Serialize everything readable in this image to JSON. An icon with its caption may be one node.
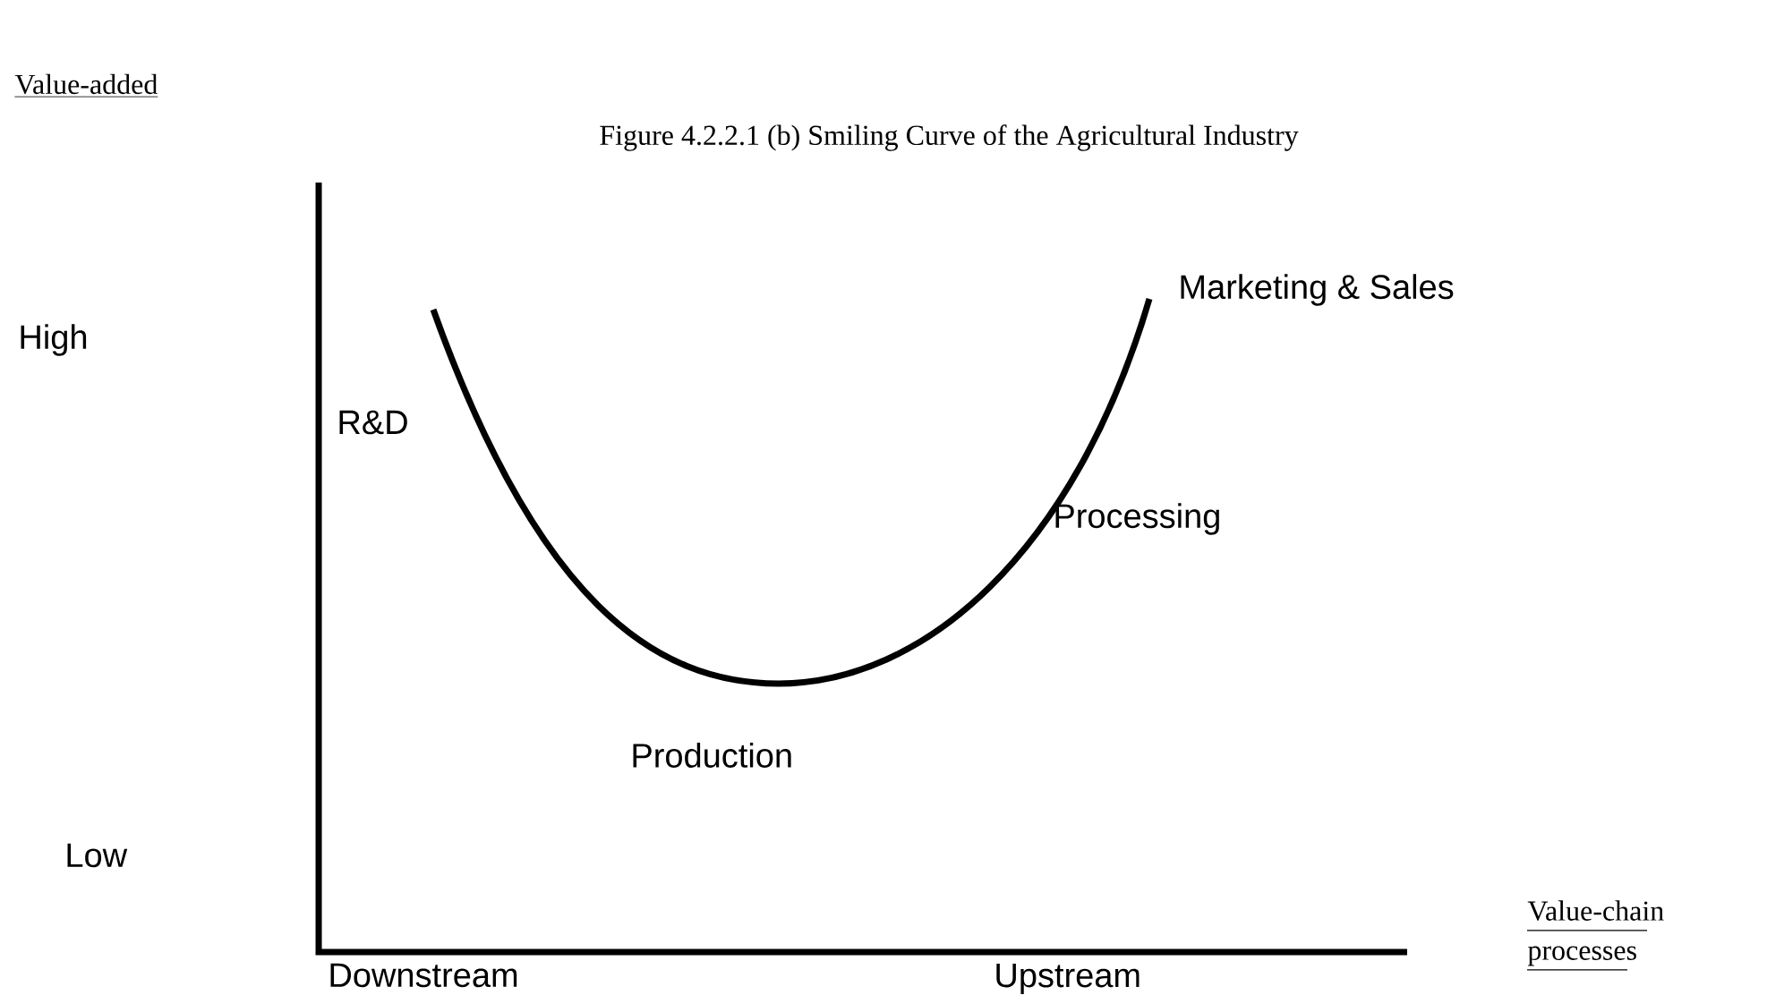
{
  "diagram": {
    "title": "Figure 4.2.2.1 (b) Smiling Curve of the Agricultural Industry",
    "labels": [
      "Value-added",
      "High",
      "Marketing & Sales",
      "R&D",
      "Processing",
      "Production",
      "Low",
      "Value-chain processes",
      "Downstream",
      "Upstream"
    ]
  }
}
